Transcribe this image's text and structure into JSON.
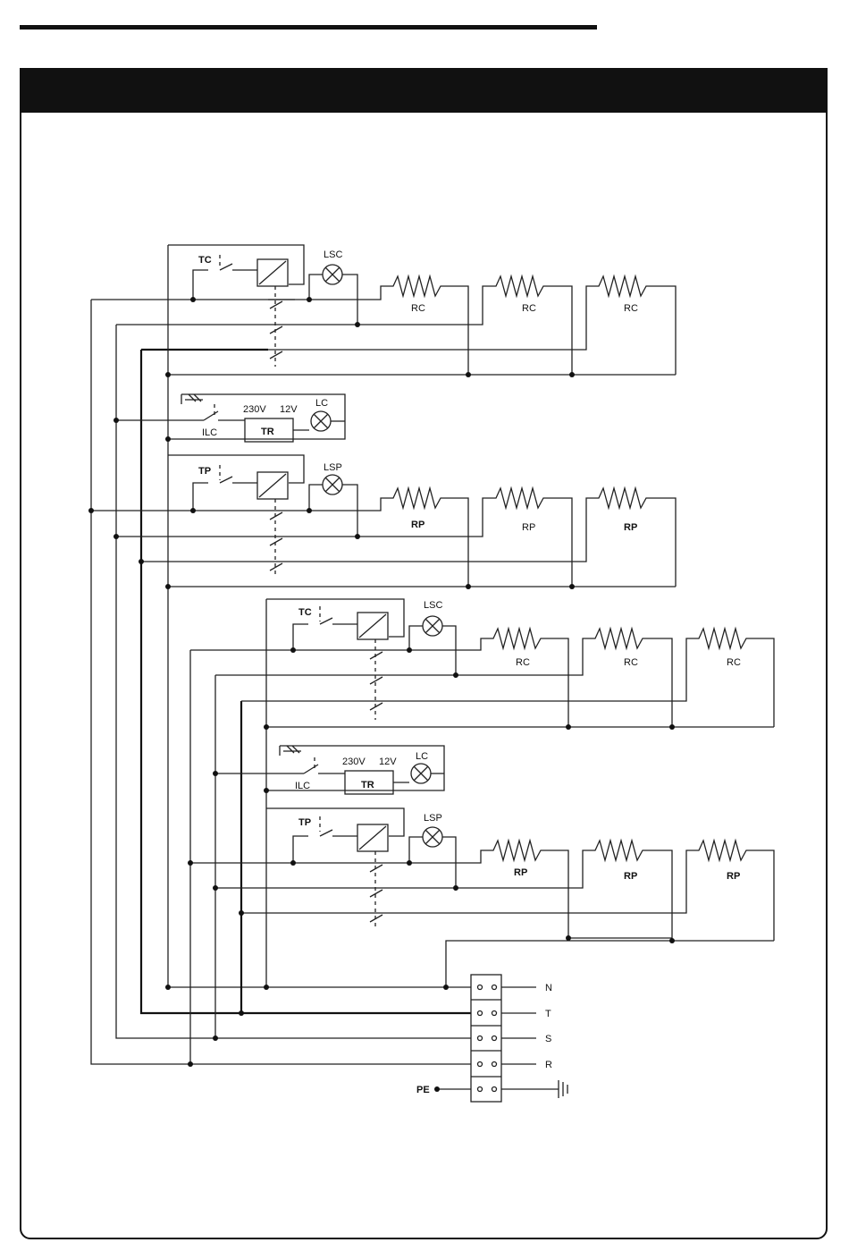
{
  "labels": {
    "tc": "TC",
    "tp": "TP",
    "lsc": "LSC",
    "lsp": "LSP",
    "lc": "LC",
    "ilc": "ILC",
    "tr": "TR",
    "v230": "230V",
    "v12": "12V",
    "rc": "RC",
    "rp": "RP",
    "pe": "PE"
  },
  "terminals": [
    "N",
    "T",
    "S",
    "R"
  ]
}
